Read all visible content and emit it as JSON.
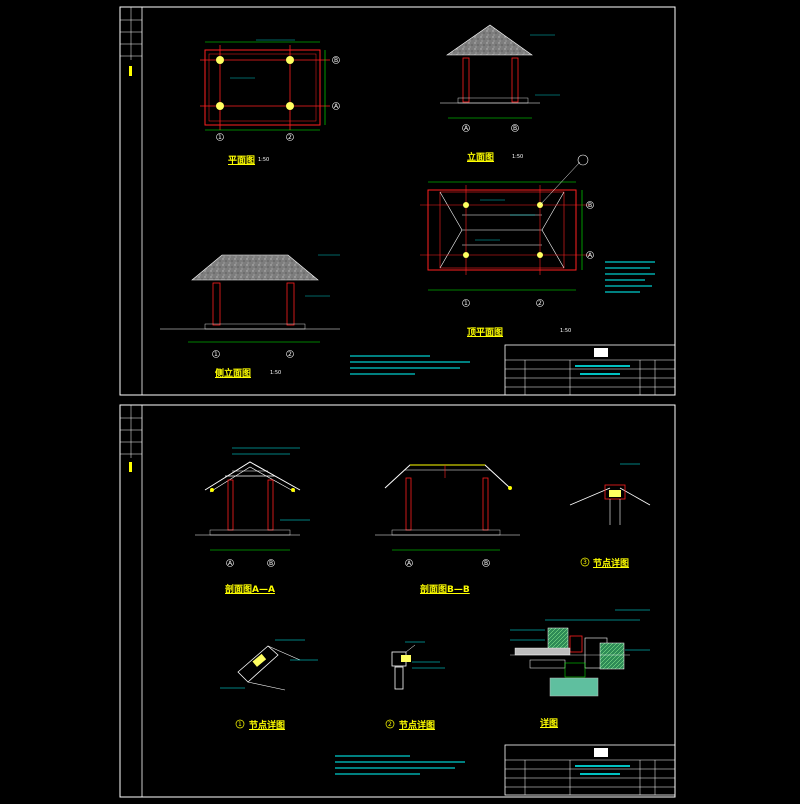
{
  "sheet_top": {
    "view_labels": {
      "plan": "平面图",
      "front": "立面图",
      "side": "侧立面图",
      "roof": "顶平面图"
    },
    "scale": "1:50",
    "grid_marks": {
      "a": "A",
      "b": "B",
      "n1": "1",
      "n2": "2"
    }
  },
  "sheet_bottom": {
    "view_labels": {
      "sec_aa": "剖面图A—A",
      "sec_bb": "剖面图B—B",
      "node3": "节点详图",
      "node1": "节点详图",
      "node2": "节点详图",
      "detail": "详图"
    },
    "node_numbers": {
      "n1": "1",
      "n2": "2",
      "n3": "3"
    },
    "grid_marks": {
      "a": "A",
      "b": "B"
    }
  },
  "colors": {
    "background": "#000000",
    "frame": "#ffffff",
    "outline_red": "#ff2020",
    "dim_green": "#00ff00",
    "text_yellow": "#ffff00",
    "note_cyan": "#00ffff",
    "column_yellow": "#ffff60",
    "roof_gray": "#8c8c8c",
    "wall_green": "#2e8b57"
  }
}
